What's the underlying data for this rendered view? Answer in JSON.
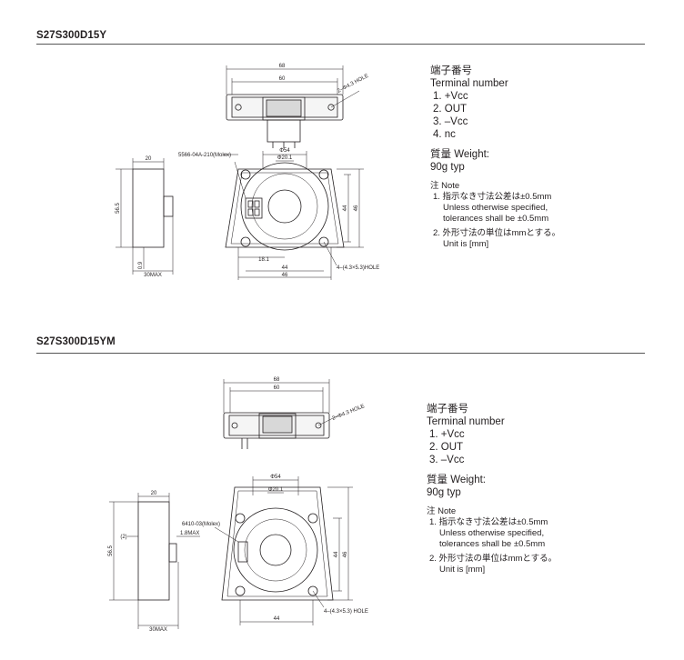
{
  "sections": [
    {
      "model": "S27S300D15Y",
      "panel": {
        "terminal_title_ja": "端子番号",
        "terminal_title_en": "Terminal number",
        "terminals": [
          "1.  +Vcc",
          "2.  OUT",
          "3.  –Vcc",
          "4.  nc"
        ],
        "weight_label": "質量  Weight:",
        "weight_value": "90g typ",
        "note_title": "注 Note",
        "note1_ja": "1. 指示なき寸法公差は±0.5mm",
        "note1_en_a": "Unless otherwise specified,",
        "note1_en_b": "tolerances shall be ±0.5mm",
        "note2_ja": "2. 外形寸法の単位はmmとする。",
        "note2_en": "Unit is [mm]"
      },
      "drawing": {
        "dim_68": "68",
        "dim_60": "60",
        "hole_top": "2–Φ4.3 HOLE",
        "connector": "5566-04A-210(Molex)",
        "dim_phi54": "Φ54",
        "dim_phi20": "Φ20.1",
        "dim_20": "20",
        "dim_56": "56.5",
        "dim_44v": "44",
        "dim_46v": "46",
        "dim_18": "18.1",
        "dim_44h": "44",
        "dim_46h": "46",
        "dim_30": "30MAX",
        "dim_09": "0.9",
        "hole_bottom": "4–(4.3×5.3)HOLE"
      }
    },
    {
      "model": "S27S300D15YM",
      "panel": {
        "terminal_title_ja": "端子番号",
        "terminal_title_en": "Terminal number",
        "terminals": [
          "1.  +Vcc",
          "2.  OUT",
          "3.  –Vcc"
        ],
        "weight_label": "質量  Weight:",
        "weight_value": "90g typ",
        "note_title": "注 Note",
        "note1_ja": "1. 指示なき寸法公差は±0.5mm",
        "note1_en_a": "Unless otherwise specified,",
        "note1_en_b": "tolerances shall be ±0.5mm",
        "note2_ja": "2. 外形寸法の単位はmmとする。",
        "note2_en": "Unit is [mm]"
      },
      "drawing": {
        "dim_68": "68",
        "dim_60": "60",
        "hole_top": "2–Φ4.3 HOLE",
        "connector": "6410-03(Molex)",
        "dim_phi54": "Φ54",
        "dim_phi20": "Φ20.1",
        "dim_20": "20",
        "dim_56": "56.5",
        "dim_2": "(2)",
        "dim_18max": "1.8MAX",
        "dim_44v": "44",
        "dim_46v": "46",
        "dim_44h": "44",
        "dim_30": "30MAX",
        "hole_bottom": "4–(4.3×5.3) HOLE"
      }
    }
  ]
}
